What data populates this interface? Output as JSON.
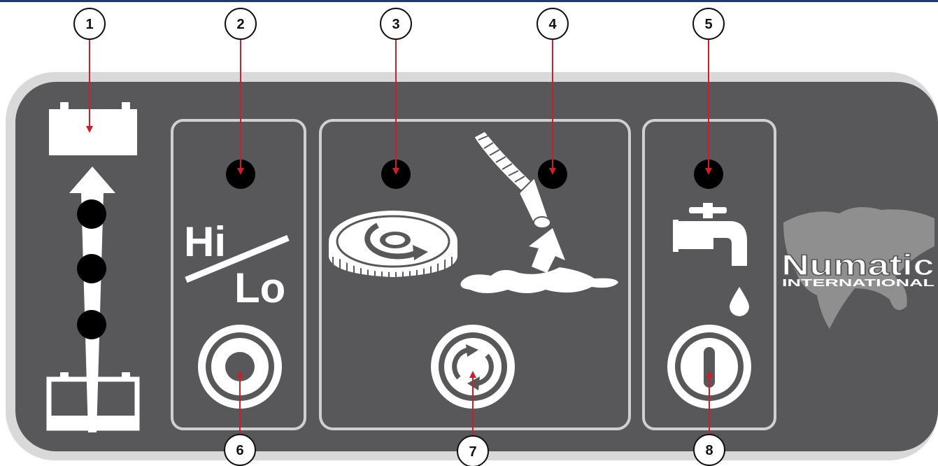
{
  "callouts": [
    {
      "number": "1",
      "target": "battery-level-indicator"
    },
    {
      "number": "2",
      "target": "speed-indicator-led"
    },
    {
      "number": "3",
      "target": "brush-indicator-led"
    },
    {
      "number": "4",
      "target": "vacuum-indicator-led"
    },
    {
      "number": "5",
      "target": "solution-indicator-led"
    },
    {
      "number": "6",
      "target": "speed-button"
    },
    {
      "number": "7",
      "target": "brush-vacuum-button"
    },
    {
      "number": "8",
      "target": "solution-button"
    }
  ],
  "panel": {
    "speed_hi": "Hi",
    "speed_lo": "Lo",
    "brand_name": "Numatic",
    "brand_sub": "INTERNATIONAL"
  },
  "colors": {
    "panel": "#58575a",
    "panel_border": "#d8d8d8",
    "callout_line": "#cc1f2b",
    "led": "#000000",
    "symbol": "#ffffff"
  },
  "icons": [
    "battery-full-icon",
    "battery-empty-icon",
    "charge-arrow-icon",
    "floor-brush-icon",
    "vacuum-hose-icon",
    "water-tap-icon",
    "water-drop-icon",
    "world-map-icon"
  ]
}
